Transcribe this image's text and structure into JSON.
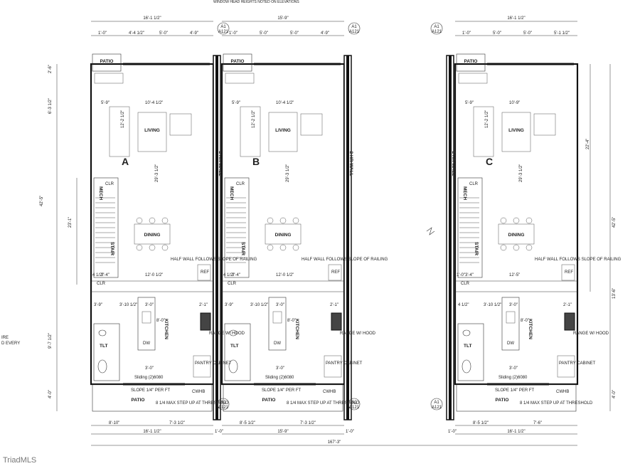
{
  "header_note": "WINDOW HEAD HEIGHTS NOTED ON ELEVATIONS",
  "side_note": [
    "IRE",
    "D EVERY"
  ],
  "overall_dimension": "167'-3\"",
  "watermark": "TriadMLS",
  "units": [
    {
      "label": "A",
      "top_dims": [
        "16'-1 1/2\"",
        "1'-0\"",
        "4'-4 1/2\"",
        "5'-0\"",
        "4'-9\""
      ],
      "bottom_dims": [
        "8'-10\"",
        "7'-3 1/2\"",
        "16'-1 1/2\"",
        "1'-0\""
      ],
      "left_dims": [
        "2'-6\"",
        "6'-3 1/2\"",
        "42'-5\"",
        "23'-1\"",
        "9'-7 1/2\"",
        "4'-0\""
      ],
      "interior_dims": [
        "5'-9\"",
        "10'-4 1/2\"",
        "12'-2 1/2\"",
        "29'-3 1/2\"",
        "4 1/2\"",
        "3'-4\"",
        "12'-0 1/2\"",
        "3'-9\"",
        "3'-10 1/2\"",
        "3'-0\"",
        "2'-1\"",
        "8'-0\"",
        "3'-0\""
      ],
      "rooms": [
        "PATIO",
        "LIVING",
        "MECH",
        "CLR",
        "STAIR",
        "DINING",
        "CLR",
        "KITCHEN",
        "TLT",
        "PATIO"
      ],
      "notes": [
        "HALF WALL FOLLOWS SLOPE OF RAILING",
        "REF",
        "PANTRY CABINET",
        "Sliding (2)6080",
        "SLOPE 1/4\" PER FT",
        "8 1/4 MAX STEP UP AT THRESHOLD",
        "CWHB",
        "DW",
        "RANGE W/ HOOD"
      ],
      "wall_label": "2 HR WALL",
      "section_tag_top": [
        "A1",
        "A121"
      ],
      "section_tag_bottom": [
        "A1",
        "A121"
      ]
    },
    {
      "label": "B",
      "top_dims": [
        "15'-9\"",
        "1'-0\"",
        "5'-0\"",
        "5'-0\"",
        "4'-9\""
      ],
      "bottom_dims": [
        "8'-5 1/2\"",
        "7'-3 1/2\"",
        "15'-9\"",
        "1'-0\""
      ],
      "interior_dims": [
        "5'-9\"",
        "10'-4 1/2\"",
        "12'-2 1/2\"",
        "29'-3 1/2\"",
        "4 1/2\"",
        "3'-4\"",
        "12'-0 1/2\"",
        "3'-9\"",
        "3'-10 1/2\"",
        "3'-0\"",
        "2'-1\"",
        "8'-0\"",
        "3'-0\""
      ],
      "rooms": [
        "PATIO",
        "LIVING",
        "MECH",
        "CLR",
        "STAIR",
        "DINING",
        "CLR",
        "KITCHEN",
        "TLT",
        "PATIO"
      ],
      "notes": [
        "HALF WALL FOLLOWS SLOPE OF RAILING",
        "REF",
        "PANTRY CABINET",
        "Sliding (2)6080",
        "SLOPE 1/4\" PER FT",
        "8 1/4 MAX STEP UP AT THRESHOLD",
        "CWHB",
        "DW",
        "RANGE W/ HOOD"
      ],
      "wall_label": "2 HR WALL",
      "section_tag_top": [
        "A1",
        "A121"
      ],
      "section_tag_bottom": [
        "A1",
        "A121"
      ]
    },
    {
      "label": "C",
      "top_dims": [
        "16'-1 1/2\"",
        "1'-0\"",
        "5'-0\"",
        "5'-0\"",
        "5'-1 1/2\""
      ],
      "bottom_dims": [
        "8'-5 1/2\"",
        "7'-6\"",
        "16'-1 1/2\"",
        "1'-0\""
      ],
      "right_dims": [
        "22'-4\"",
        "42'-5\"",
        "13'-6\"",
        "4'-0\""
      ],
      "interior_dims": [
        "5'-9\"",
        "10'-9\"",
        "12'-2 1/2\"",
        "29'-3 1/2\"",
        "1'-0\"",
        "3'-4\"",
        "12'-5\"",
        "4 1/2\"",
        "3'-10 1/2\"",
        "3'-0\"",
        "2'-1\"",
        "8'-0\"",
        "3'-0\""
      ],
      "rooms": [
        "PATIO",
        "LIVING",
        "MECH",
        "CLR",
        "STAIR",
        "DINING",
        "CLR",
        "KITCHEN",
        "TLT",
        "PATIO"
      ],
      "notes": [
        "HALF WALL FOLLOWS SLOPE OF RAILING",
        "REF",
        "PANTRY CABINET",
        "Sliding (2)6080",
        "SLOPE 1/4\" PER FT",
        "8 1/4 MAX STEP UP AT THRESHOLD",
        "CWHB",
        "DW",
        "RANGE W/ HOOD"
      ],
      "wall_label": "2 HR WALL",
      "section_tag_top": [
        "A1",
        "A121"
      ],
      "section_tag_bottom": [
        "A1",
        "A121"
      ]
    }
  ]
}
